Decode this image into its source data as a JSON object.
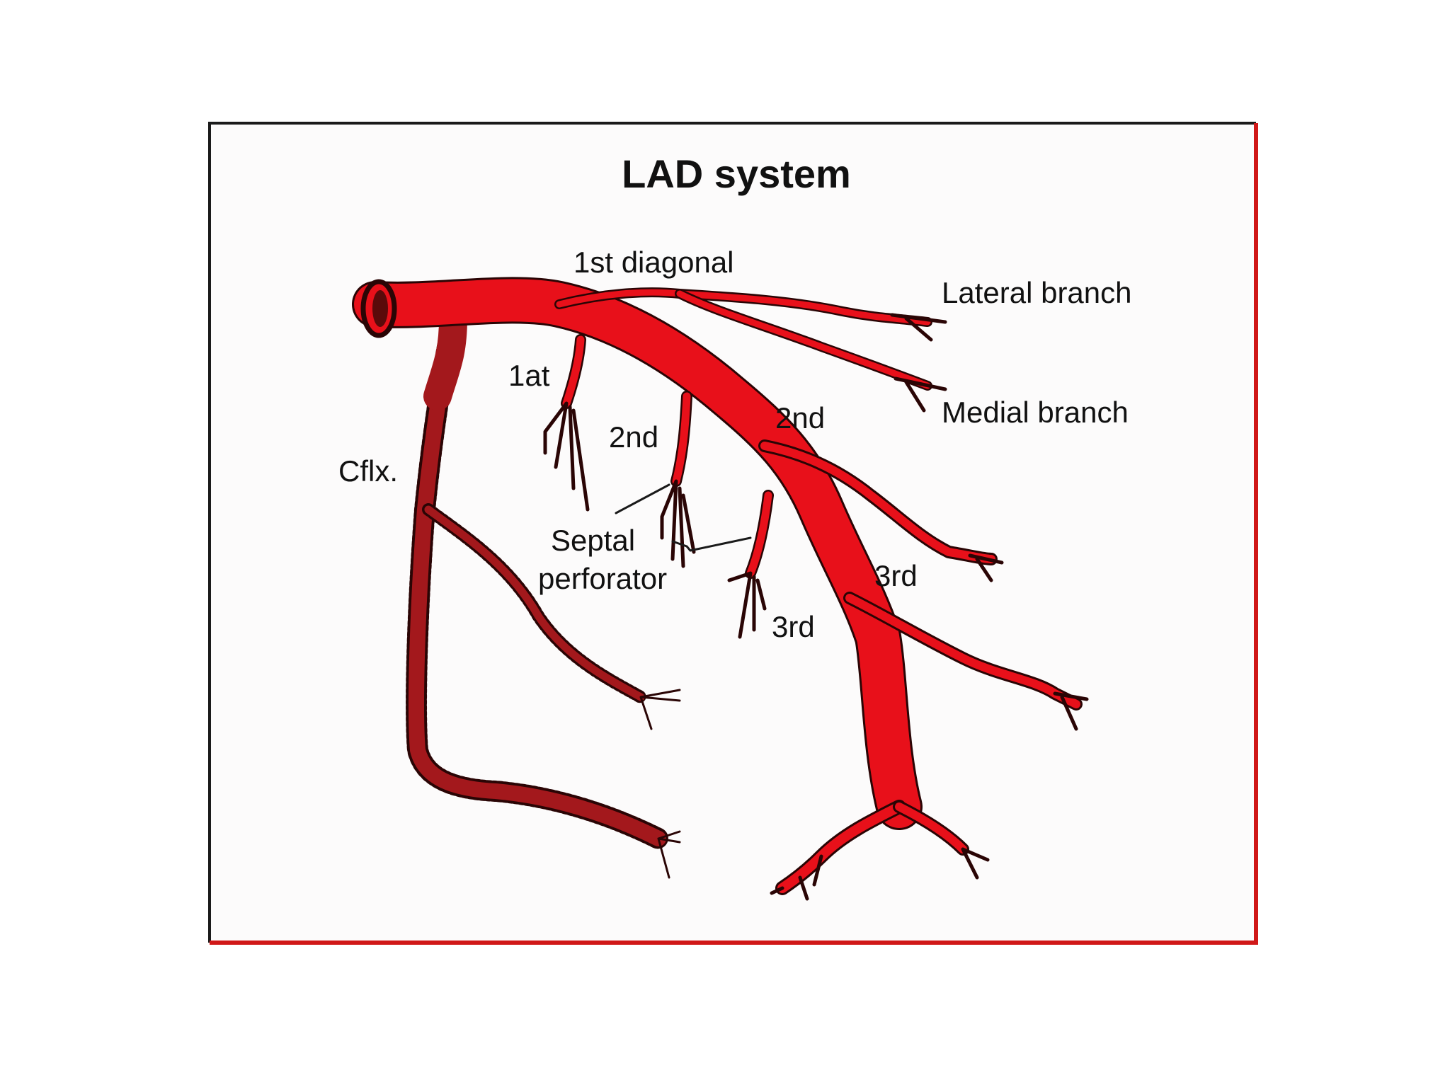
{
  "diagram": {
    "title": "LAD system",
    "labels": {
      "first_diagonal": "1st diagonal",
      "lateral_branch": "Lateral branch",
      "medial_branch": "Medial branch",
      "first_septal": "1at",
      "second_septal": "2nd",
      "second_diagonal": "2nd",
      "circumflex": "Cflx.",
      "septal_perforator_line1": "Septal",
      "septal_perforator_line2": "perforator",
      "third_diagonal": "3rd",
      "third_septal": "3rd"
    },
    "colors": {
      "vessel": "#e8101a",
      "vessel_outline": "#2a0505",
      "circumflex": "#a3181c",
      "border_right_bottom": "#d01818",
      "border_left_top": "#111111",
      "panel": "#fcfbfb"
    }
  }
}
